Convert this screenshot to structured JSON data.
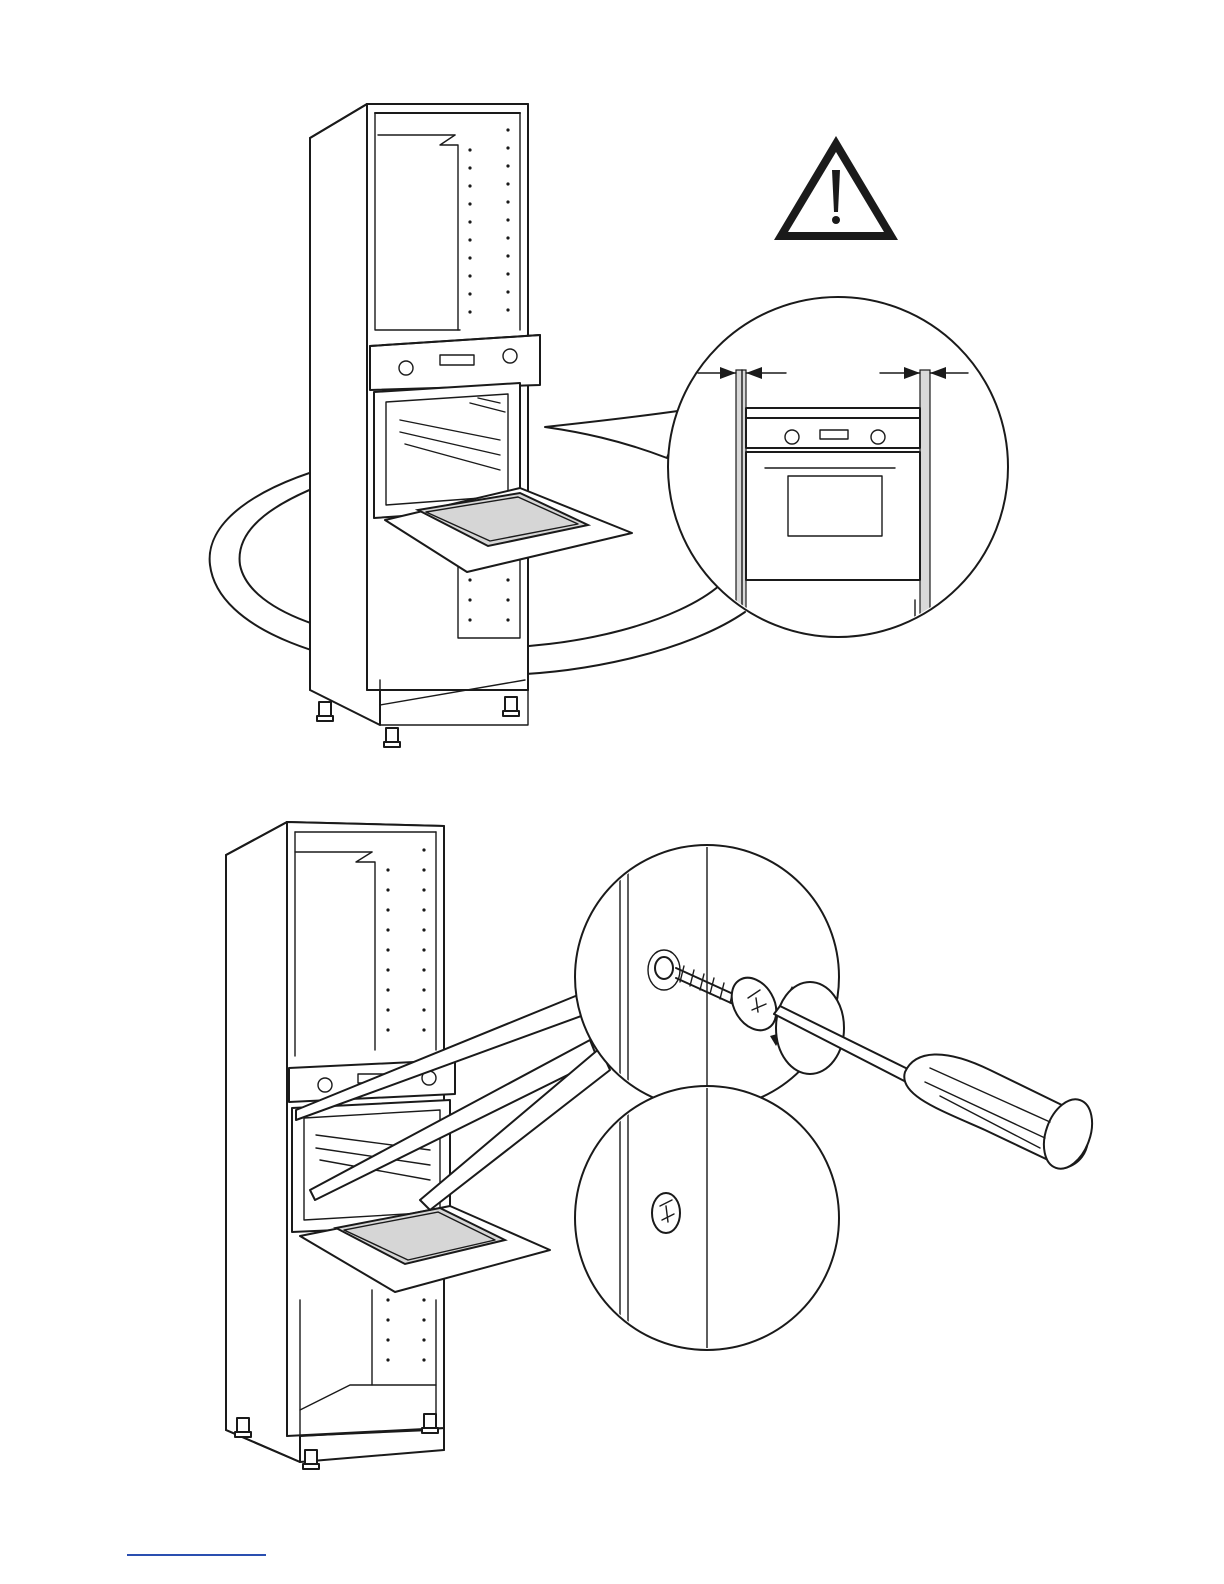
{
  "figures": [
    {
      "name": "installation-step-clearance",
      "callout": "side-clearance-detail"
    },
    {
      "name": "installation-step-fixing-screws",
      "callouts": [
        "screw-fixing-detail",
        "fixed-screw-detail"
      ]
    }
  ],
  "icons": [
    "warning-triangle-icon",
    "screwdriver-icon",
    "screw-icon",
    "rotation-arrow-icon"
  ],
  "colors": {
    "line": "#1a1a1a",
    "fill": "#ffffff",
    "tray": "#d6d6d6",
    "footer_rule": "#2a4fb0"
  }
}
